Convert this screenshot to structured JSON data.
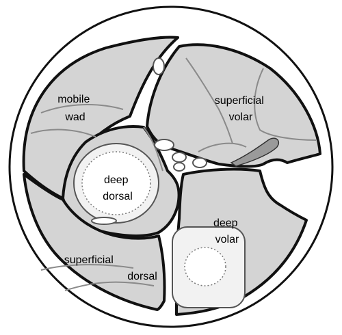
{
  "colors": {
    "background": "#ffffff",
    "compartment_fill": "#d4d4d4",
    "bone_fill": "#f2f2f2",
    "fascia_stroke": "#111111",
    "muscle_outline": "#8a8a8a",
    "text": "#000000"
  },
  "labels": {
    "mobile_wad": [
      "mobile",
      "wad"
    ],
    "superficial_volar": [
      "superficial",
      "volar"
    ],
    "deep_dorsal": [
      "deep",
      "dorsal"
    ],
    "deep_volar": [
      "deep",
      "volar"
    ],
    "superficial_dorsal": [
      "superficial",
      "dorsal"
    ]
  }
}
